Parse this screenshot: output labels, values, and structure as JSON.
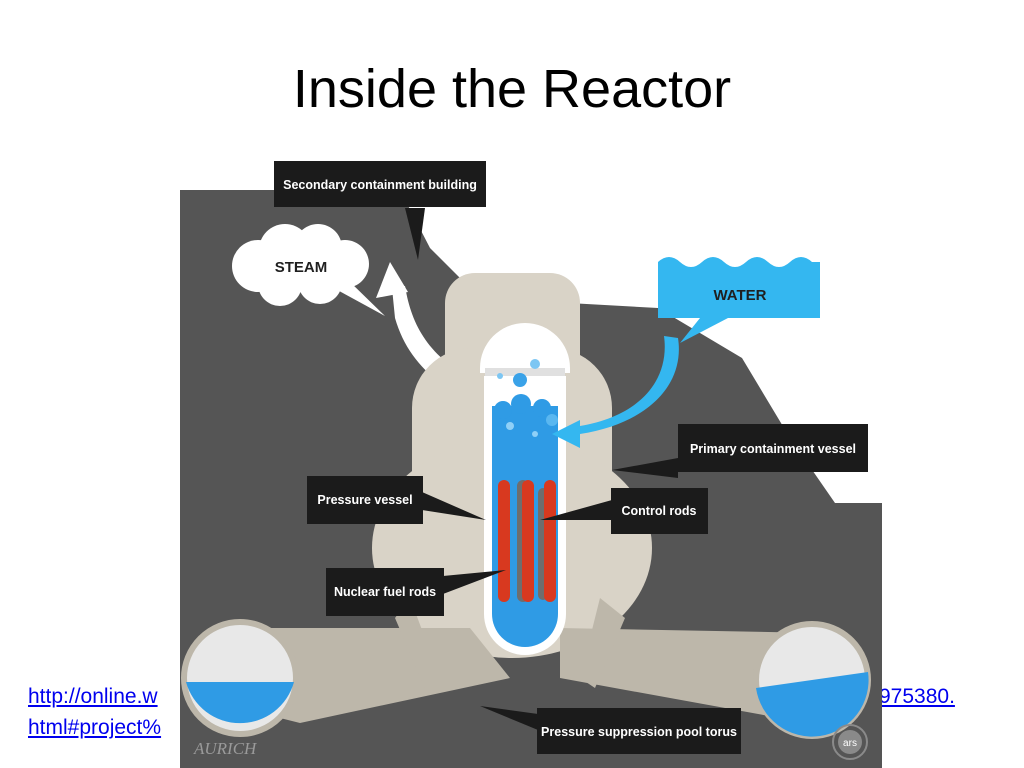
{
  "slide": {
    "title": "Inside the Reactor",
    "link_line_1_left": "http://online.w",
    "link_line_1_right": "975380.",
    "link_line_2_left": "html#project%"
  },
  "diagram": {
    "labels": {
      "secondary_containment": "Secondary containment building",
      "steam": "STEAM",
      "water": "WATER",
      "primary_containment": "Primary containment vessel",
      "pressure_vessel": "Pressure vessel",
      "control_rods": "Control rods",
      "nuclear_fuel_rods": "Nuclear fuel rods",
      "pressure_suppression": "Pressure suppression pool torus"
    },
    "signature": "AURICH",
    "badge": "ars"
  },
  "colors": {
    "background": "#ffffff",
    "building": "#555555",
    "containment": "#d9d3c7",
    "water_blue": "#2f9be5",
    "sky_blue": "#34b7f0",
    "fuel_rod_red": "#d8391f",
    "control_rod_grey": "#6e6e6e",
    "label_box": "#1b1b1b",
    "link_blue": "#0000ee"
  }
}
